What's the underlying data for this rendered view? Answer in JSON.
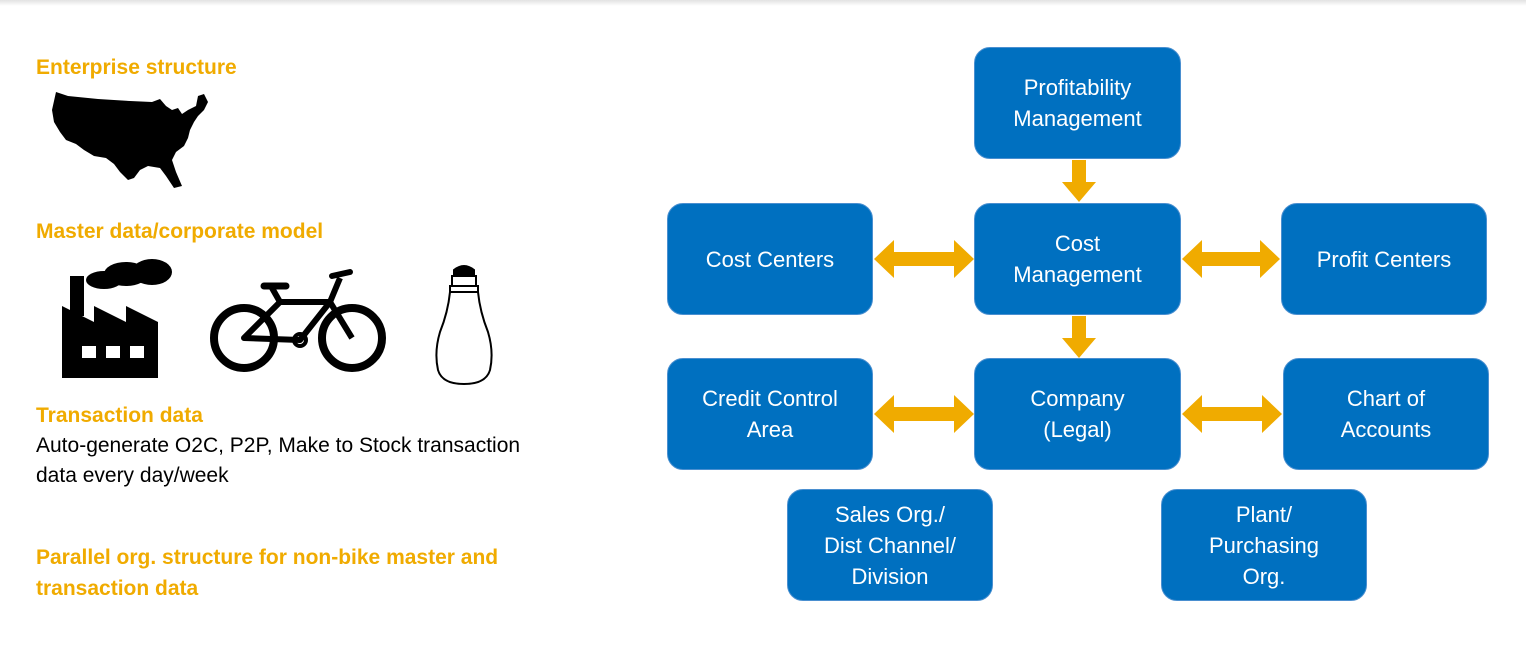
{
  "left_panel": {
    "enterprise_heading": "Enterprise structure",
    "master_heading": "Master data/corporate model",
    "transaction_heading": "Transaction data",
    "transaction_text": "Auto-generate O2C, P2P, Make to Stock transaction data every day/week",
    "parallel_heading": "Parallel org. structure for non-bike master and transaction data",
    "icons": [
      "usa-map-icon",
      "factory-icon",
      "bicycle-icon",
      "water-bottle-icon"
    ]
  },
  "diagram": {
    "boxes": {
      "profitability": "Profitability\nManagement",
      "cost_management": "Cost\nManagement",
      "cost_centers": "Cost Centers",
      "profit_centers": "Profit Centers",
      "credit_control": "Credit Control\nArea",
      "company": "Company\n(Legal)",
      "chart_of_accounts": "Chart of\nAccounts",
      "sales_org": "Sales Org./\nDist Channel/\nDivision",
      "plant": "Plant/\nPurchasing\nOrg."
    },
    "colors": {
      "box_fill": "#0070c0",
      "arrow": "#f0ab00",
      "heading": "#f0ab00"
    }
  }
}
